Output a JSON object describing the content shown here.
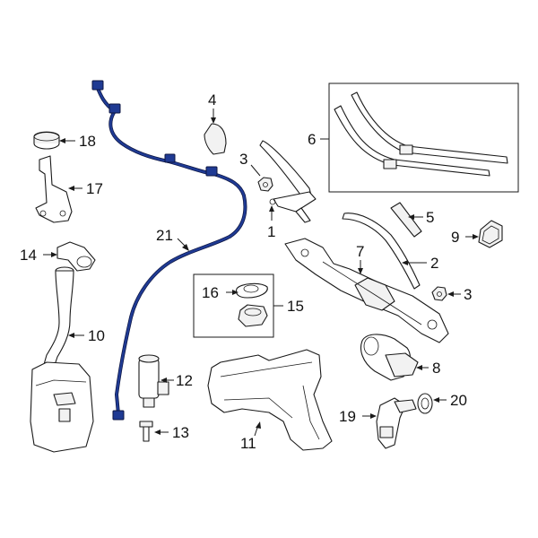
{
  "colors": {
    "highlight": "#1f3a93",
    "line": "#1a1a1a",
    "background": "#ffffff"
  },
  "callouts": {
    "c1": "1",
    "c2": "2",
    "c3a": "3",
    "c3b": "3",
    "c4": "4",
    "c5": "5",
    "c6": "6",
    "c7": "7",
    "c8": "8",
    "c9": "9",
    "c10": "10",
    "c11": "11",
    "c12": "12",
    "c13": "13",
    "c14": "14",
    "c15": "15",
    "c16": "16",
    "c17": "17",
    "c18": "18",
    "c19": "19",
    "c20": "20",
    "c21": "21"
  }
}
